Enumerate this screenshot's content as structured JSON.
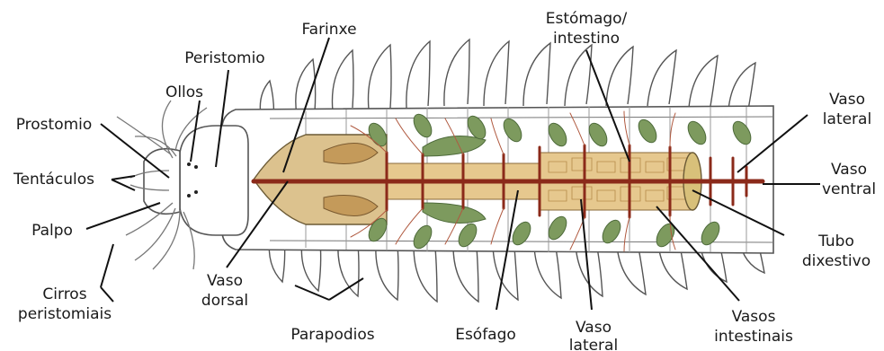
{
  "labels": {
    "estomago": [
      "Estómago/",
      "intestino"
    ],
    "farinxe": "Farinxe",
    "peristomio": "Peristomio",
    "ollos": "Ollos",
    "prostomio": "Prostomio",
    "tentaculos": "Tentáculos",
    "palpo": "Palpo",
    "cirros": [
      "Cirros",
      "peristomiais"
    ],
    "vaso_dorsal": [
      "Vaso",
      "dorsal"
    ],
    "parapodios": "Parapodios",
    "esofago": "Esófago",
    "vaso_lateral_bottom": [
      "Vaso",
      "lateral"
    ],
    "vasos_intestinais": [
      "Vasos",
      "intestinais"
    ],
    "tubo_dixestivo": [
      "Tubo",
      "dixestivo"
    ],
    "vaso_ventral": [
      "Vaso",
      "ventral"
    ],
    "vaso_lateral_top": [
      "Vaso",
      "lateral"
    ]
  },
  "colors": {
    "vessel": "#8b2a1a",
    "pharynx": "#dcc28e",
    "gut": "#e6c88e",
    "gland": "#7d9a5e",
    "outline": "#555555"
  }
}
